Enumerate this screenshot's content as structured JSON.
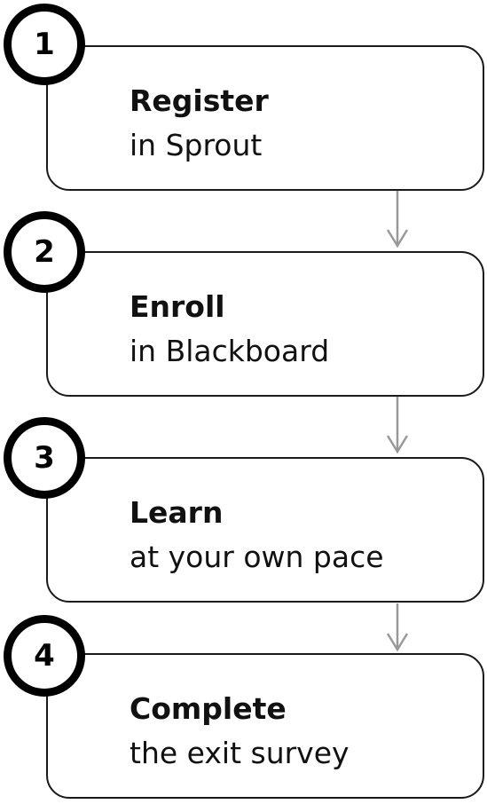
{
  "steps": [
    {
      "number": "1",
      "title": "Register",
      "subtitle": "in Sprout"
    },
    {
      "number": "2",
      "title": "Enroll",
      "subtitle": "in Blackboard"
    },
    {
      "number": "3",
      "title": "Learn",
      "subtitle": "at your own pace"
    },
    {
      "number": "4",
      "title": "Complete",
      "subtitle": "the exit survey"
    }
  ],
  "colors": {
    "border": "#1a1a1a",
    "badge_border": "#000000",
    "arrow": "#999999",
    "text": "#111111"
  }
}
